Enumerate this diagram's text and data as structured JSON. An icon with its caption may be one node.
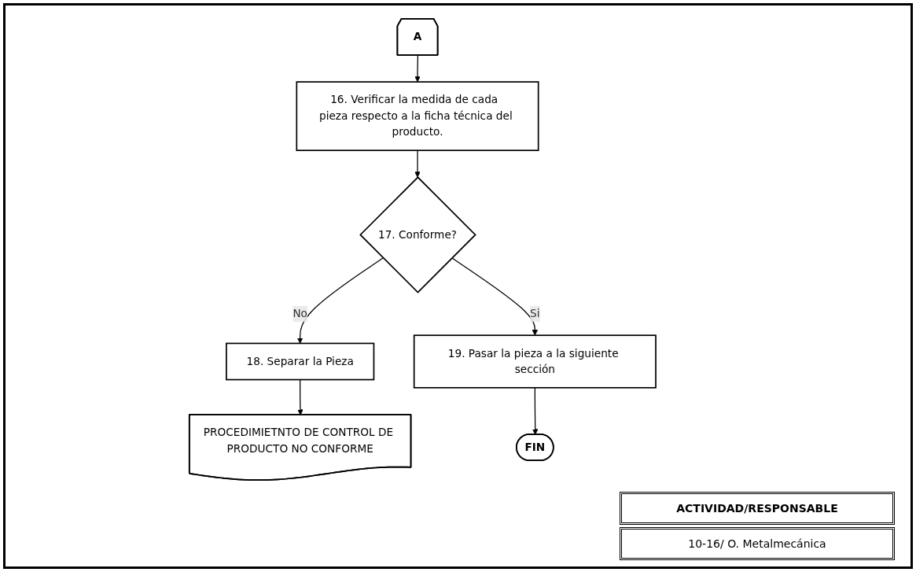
{
  "diagram": {
    "nodes": [
      {
        "text": [
          "A"
        ]
      },
      {
        "text": [
          "16. Verificar la medida de cada  pieza respecto a la ficha técnica del producto."
        ]
      },
      {
        "text": [
          "17. Conforme?"
        ]
      },
      {
        "text": [
          "18. Separar la Pieza"
        ]
      },
      {
        "text": [
          "PROCEDIMIETNTO DE CONTROL DE PRODUCTO NO CONFORME"
        ]
      },
      {
        "text": [
          "19. Pasar la pieza a la siguiente sección"
        ]
      },
      {
        "text": [
          "FIN"
        ]
      }
    ],
    "edges": [
      {
        "from": 0,
        "to": 1,
        "arrow": "to"
      },
      {
        "from": 1,
        "to": 2,
        "arrow": "to"
      },
      {
        "from": 2,
        "to": 3,
        "label": "No",
        "arrow": "to"
      },
      {
        "from": 3,
        "to": 4,
        "arrow": "to"
      },
      {
        "from": 2,
        "to": 5,
        "label": "Si",
        "arrow": "to"
      },
      {
        "from": 5,
        "to": 6,
        "arrow": "to"
      }
    ],
    "labels": [
      "ACTIVIDAD/RESPONSABLE",
      "10-16/ O. Metalmecánica"
    ]
  }
}
